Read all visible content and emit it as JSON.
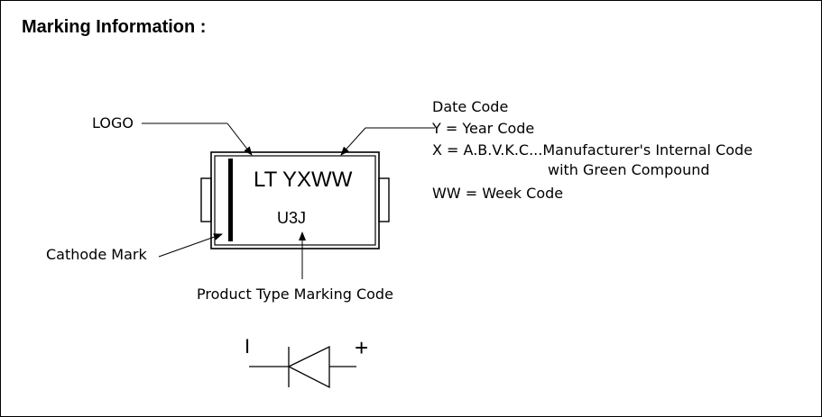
{
  "heading": "Marking Information :",
  "labels": {
    "logo": "LOGO",
    "cathode_mark": "Cathode Mark",
    "product_type": "Product Type Marking Code"
  },
  "date_code": {
    "title": "Date Code",
    "year": "Y = Year Code",
    "manufacturer_line1": "X = A.B.V.K.C...Manufacturer's Internal Code",
    "manufacturer_line2": "with Green Compound",
    "week": "WW = Week Code"
  },
  "package_marking": {
    "line1": "LT YXWW",
    "line2": "U3J"
  },
  "symbol": {
    "cathode_sign": "I",
    "anode_sign": "+"
  },
  "colors": {
    "ink": "#000000",
    "background": "#ffffff"
  }
}
